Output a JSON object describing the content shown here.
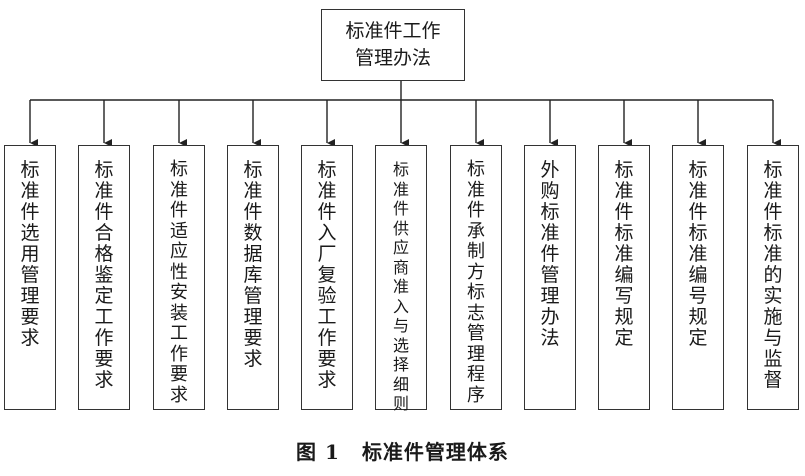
{
  "root": {
    "line1": "标准件工作",
    "line2": "管理办法"
  },
  "children": [
    "标准件选用管理要求",
    "标准件合格鉴定工作要求",
    "标准件适应性安装工作要求",
    "标准件数据库管理要求",
    "标准件入厂复验工作要求",
    "标准件供应商准入与选择细则",
    "标准件承制方标志管理程序",
    "外购标准件管理办法",
    "标准件标准编写规定",
    "标准件标准编号规定",
    "标准件标准的实施与监督"
  ],
  "caption": {
    "figure_label": "图 1",
    "title": "标准件管理体系"
  }
}
